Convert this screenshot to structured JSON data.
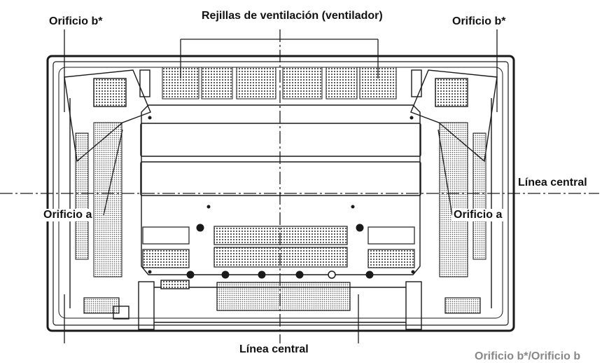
{
  "labels": {
    "vents": "Rejillas de ventilación (ventilador)",
    "hole_b_left": "Orificio b*",
    "hole_b_right": "Orificio b*",
    "center_line_h": "Línea central",
    "hole_a_left": "Orificio a",
    "hole_a_right": "Orificio a",
    "center_line_v": "Línea central",
    "bottom_right_partial": "Orificio b*/Orificio b"
  },
  "colors": {
    "line": "#1a1a1a",
    "grille": "#555555",
    "background": "#ffffff"
  }
}
